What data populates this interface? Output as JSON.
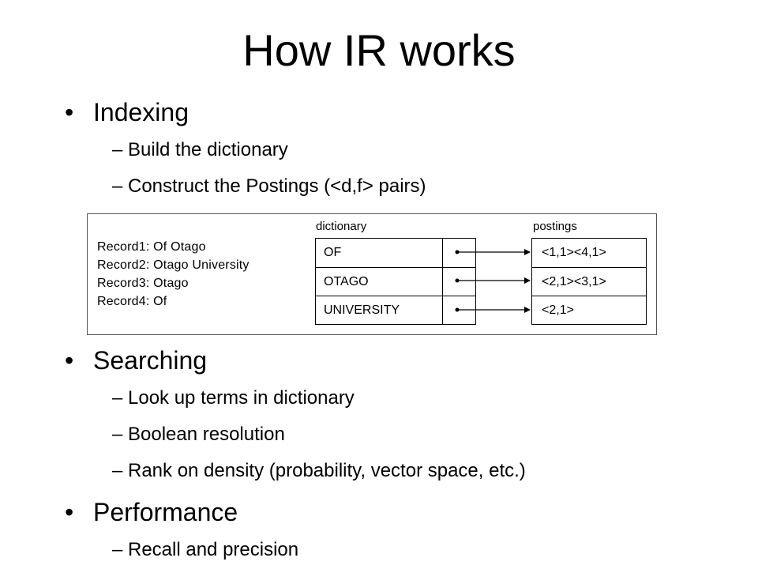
{
  "slide": {
    "title": "How IR works",
    "sections": [
      {
        "heading": "Indexing",
        "items": [
          "Build the dictionary",
          "Construct the Postings (<d,f> pairs)"
        ]
      },
      {
        "heading": "Searching",
        "items": [
          "Look up terms in dictionary",
          "Boolean resolution",
          "Rank on density (probability, vector space, etc.)"
        ]
      },
      {
        "heading": "Performance",
        "items": [
          "Recall and precision"
        ]
      }
    ],
    "bullet_glyph": "•",
    "dash_glyph": "–"
  },
  "diagram": {
    "records": [
      "Record1: Of Otago",
      "Record2: Otago University",
      "Record3: Otago",
      "Record4: Of"
    ],
    "dictionary_label": "dictionary",
    "postings_label": "postings",
    "dictionary": [
      "OF",
      "OTAGO",
      "UNIVERSITY"
    ],
    "postings": [
      "<1,1><4,1>",
      "<2,1><3,1>",
      "<2,1>"
    ]
  }
}
